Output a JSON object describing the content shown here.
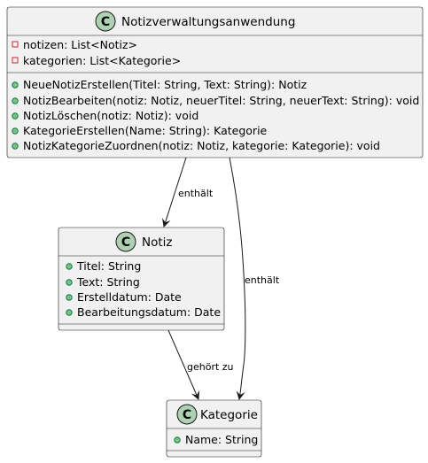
{
  "classes": {
    "notizverwaltung": {
      "name": "Notizverwaltungsanwendung",
      "stereotype_letter": "C",
      "attributes": [
        "notizen: List<Notiz>",
        "kategorien: List<Kategorie>"
      ],
      "methods": [
        "NeueNotizErstellen(Titel: String, Text: String): Notiz",
        "NotizBearbeiten(notiz: Notiz, neuerTitel: String, neuerText: String): void",
        "NotizLöschen(notiz: Notiz): void",
        "KategorieErstellen(Name: String): Kategorie",
        "NotizKategorieZuordnen(notiz: Notiz, kategorie: Kategorie): void"
      ]
    },
    "notiz": {
      "name": "Notiz",
      "stereotype_letter": "C",
      "attributes": [
        "Titel: String",
        "Text: String",
        "Erstelldatum: Date",
        "Bearbeitungsdatum: Date"
      ],
      "methods": []
    },
    "kategorie": {
      "name": "Kategorie",
      "stereotype_letter": "C",
      "attributes": [
        "Name: String"
      ],
      "methods": []
    }
  },
  "relations": {
    "app_to_notiz": "enthält",
    "app_to_kategorie": "enthält",
    "notiz_to_kategorie": "gehört zu"
  },
  "colors": {
    "box_fill": "#f1f1f1",
    "border": "#181818",
    "class_badge": "#add1b2",
    "private_marker": "#c82930",
    "public_marker": "#84be84"
  }
}
